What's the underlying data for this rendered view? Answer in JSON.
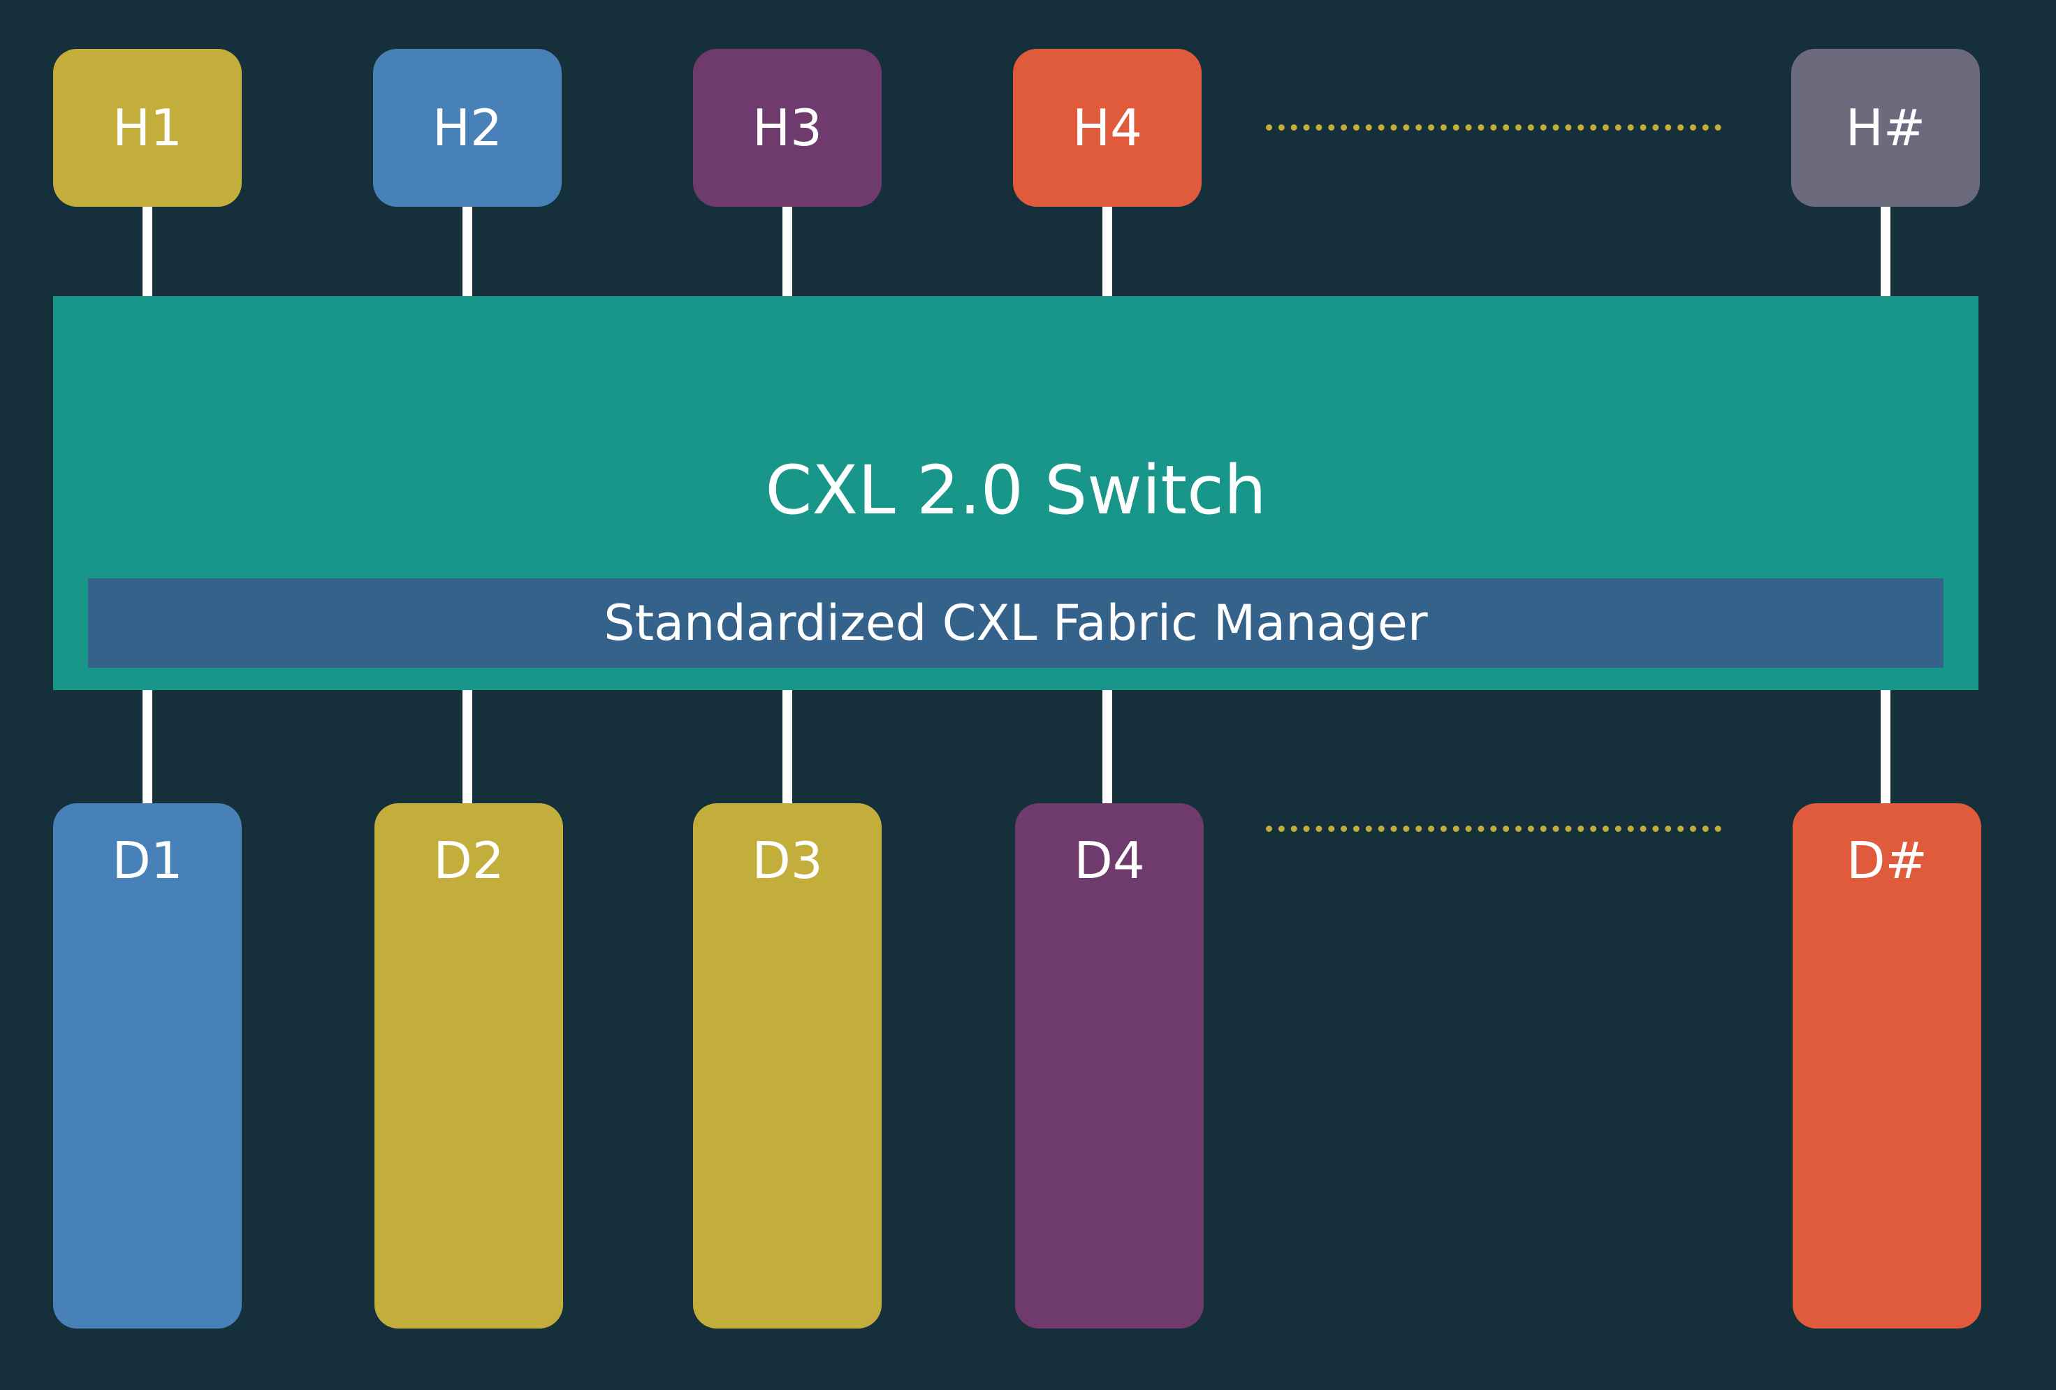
{
  "hosts": [
    {
      "label": "H1",
      "color": "#c3ae3b"
    },
    {
      "label": "H2",
      "color": "#4781b7"
    },
    {
      "label": "H3",
      "color": "#6f3a6c"
    },
    {
      "label": "H4",
      "color": "#e05a3c"
    },
    {
      "label": "H#",
      "color": "#6b6b7d"
    }
  ],
  "devices": [
    {
      "label": "D1",
      "color": "#4781b7"
    },
    {
      "label": "D2",
      "color": "#c3ae3b"
    },
    {
      "label": "D3",
      "color": "#c3ae3b"
    },
    {
      "label": "D4",
      "color": "#6f3a6c"
    },
    {
      "label": "D#",
      "color": "#e05a3c"
    }
  ],
  "switch": {
    "title": "CXL 2.0 Switch",
    "fabric_manager": "Standardized CXL Fabric Manager",
    "color": "#18968a",
    "fabric_color": "#34628a"
  },
  "ellipsis_color": "#c3ad39",
  "link_color": "#ffffff"
}
